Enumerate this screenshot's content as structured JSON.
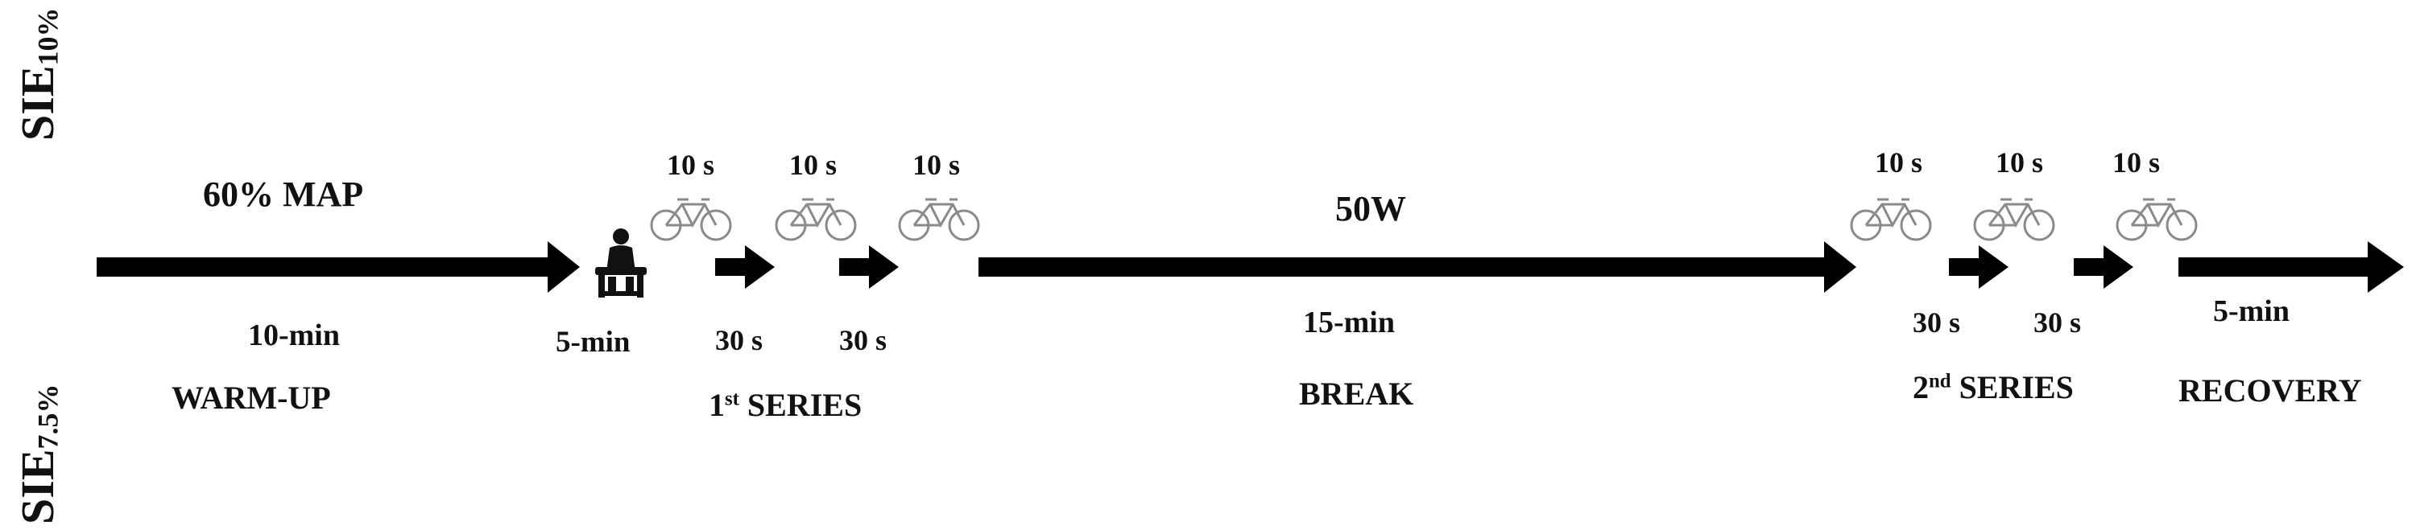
{
  "left_labels": {
    "top": {
      "main": "SIE",
      "sub": "10%"
    },
    "bottom": {
      "main": "SIE",
      "sub": "7.5%"
    }
  },
  "warmup": {
    "intensity": "60% MAP",
    "duration": "10-min",
    "name": "WARM-UP"
  },
  "seated_rest": {
    "duration": "5-min",
    "icon": "seated-person-icon"
  },
  "series1": {
    "sprints": [
      "10 s",
      "10 s",
      "10 s"
    ],
    "rests": [
      "30 s",
      "30 s"
    ],
    "name_prefix": "1",
    "name_sup": "st",
    "name_suffix": " SERIES",
    "icon": "bicycle-icon"
  },
  "break": {
    "intensity": "50W",
    "duration": "15-min",
    "name": "BREAK"
  },
  "series2": {
    "sprints": [
      "10 s",
      "10 s",
      "10 s"
    ],
    "rests": [
      "30 s",
      "30 s"
    ],
    "name_prefix": "2",
    "name_sup": "nd",
    "name_suffix": " SERIES",
    "icon": "bicycle-icon"
  },
  "recovery": {
    "duration": "5-min",
    "name": "RECOVERY"
  },
  "colors": {
    "arrow": "#000000",
    "text": "#111111",
    "bike": "#8a8a8a"
  }
}
